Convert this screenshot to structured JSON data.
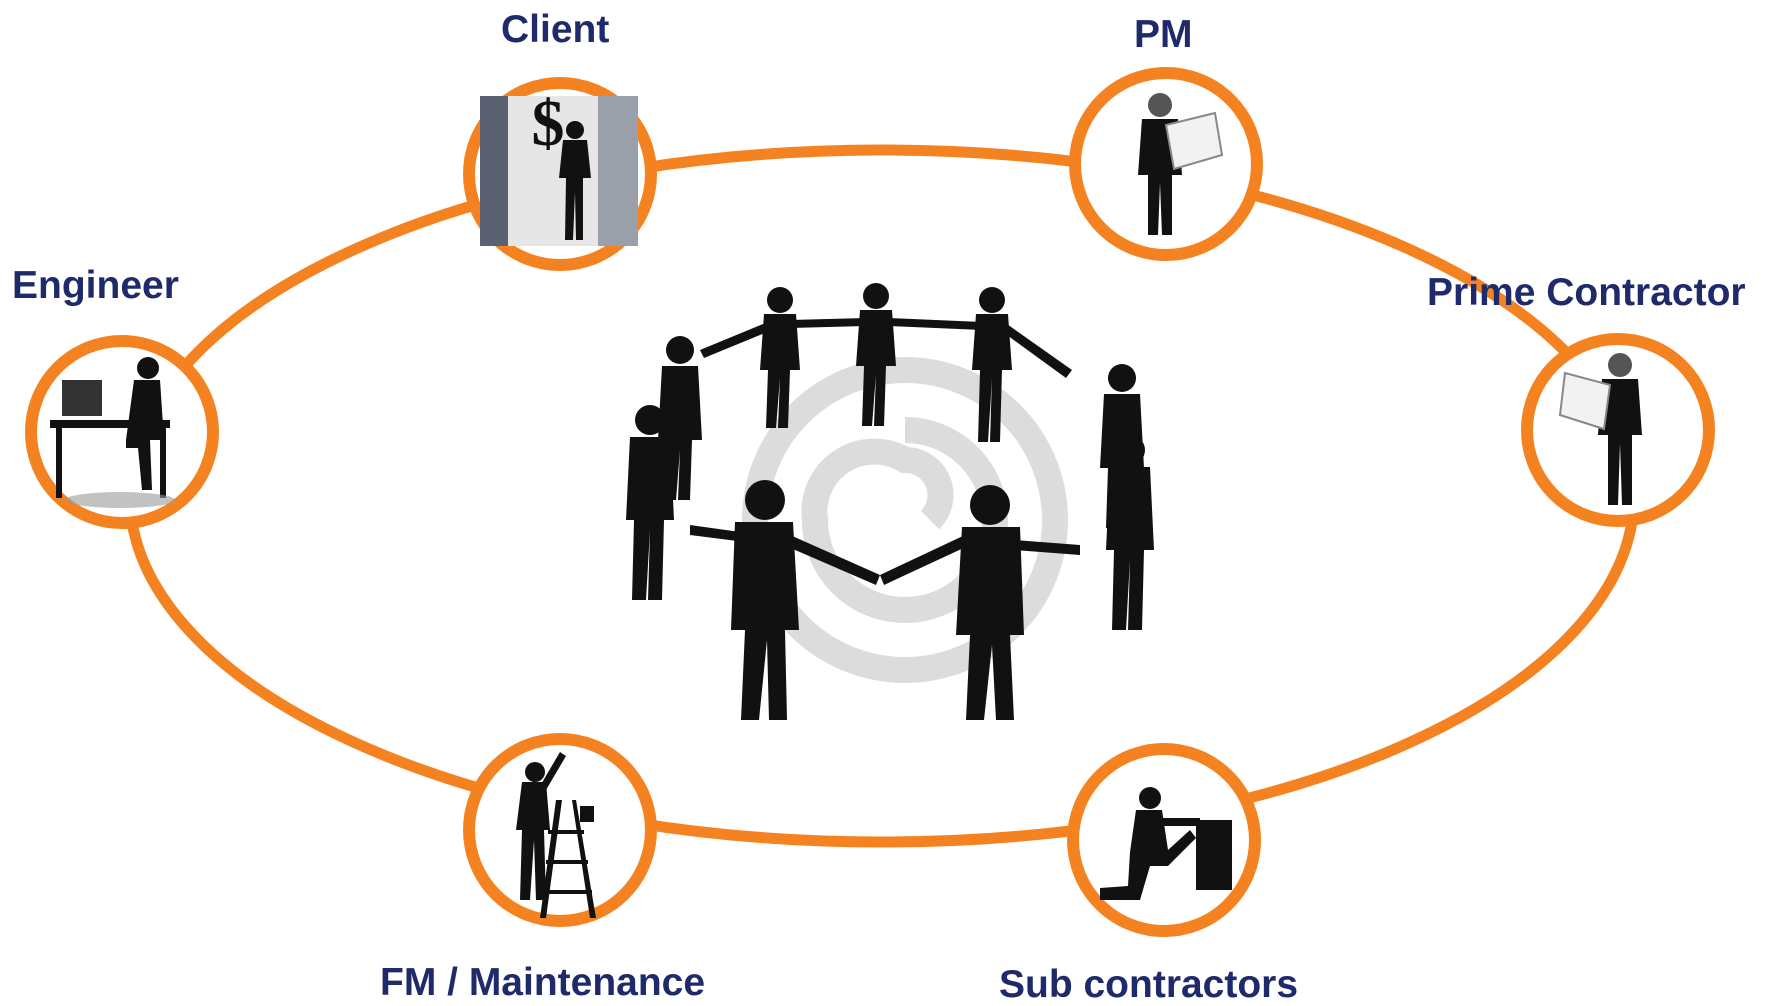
{
  "roles": {
    "client": {
      "label": "Client",
      "icon": "client-dollar-silhouette-icon"
    },
    "pm": {
      "label": "PM",
      "icon": "pm-worker-with-plans-icon"
    },
    "engineer": {
      "label": "Engineer",
      "icon": "engineer-at-desk-icon"
    },
    "prime_contractor": {
      "label": "Prime Contractor",
      "icon": "prime-contractor-with-plans-icon"
    },
    "fm_maintenance": {
      "label": "FM / Maintenance",
      "icon": "maintenance-worker-on-ladder-icon"
    },
    "sub_contractors": {
      "label": "Sub contractors",
      "icon": "kneeling-subcontractor-icon"
    }
  },
  "center": {
    "icon": "team-circle-holding-hands-icon"
  },
  "colors": {
    "ring": "#f58220",
    "label": "#1f2a6b",
    "silhouette": "#111111",
    "swirl": "#d9d9d9"
  }
}
